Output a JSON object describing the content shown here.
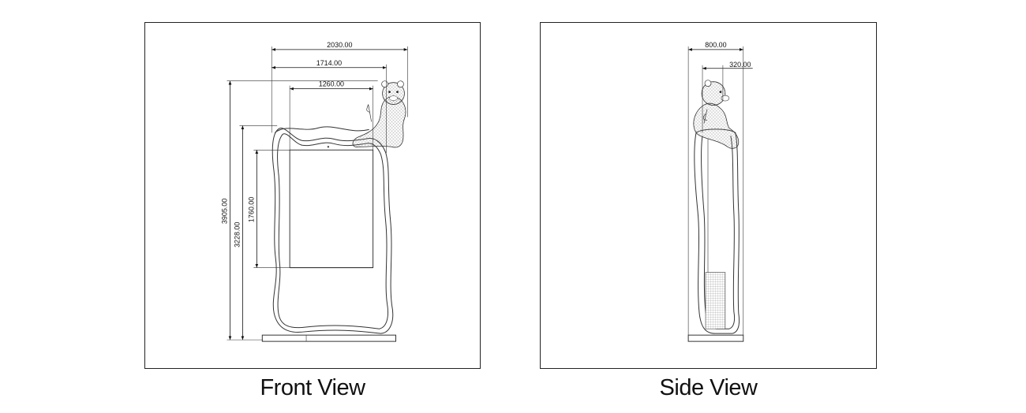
{
  "views": {
    "front": {
      "caption": "Front View",
      "dims": {
        "width_total": "2030.00",
        "width_mid": "1714.00",
        "width_screen": "1260.00",
        "height_total": "3905.00",
        "height_body": "3228.00",
        "height_screen": "1760.00"
      }
    },
    "side": {
      "caption": "Side View",
      "dims": {
        "depth_total": "800.00",
        "depth_body": "320.00"
      }
    }
  },
  "icons": {
    "front_figure": "panda-sculpture-icon",
    "side_figure": "panda-sculpture-icon"
  },
  "colors": {
    "line": "#222222",
    "background": "#ffffff"
  }
}
